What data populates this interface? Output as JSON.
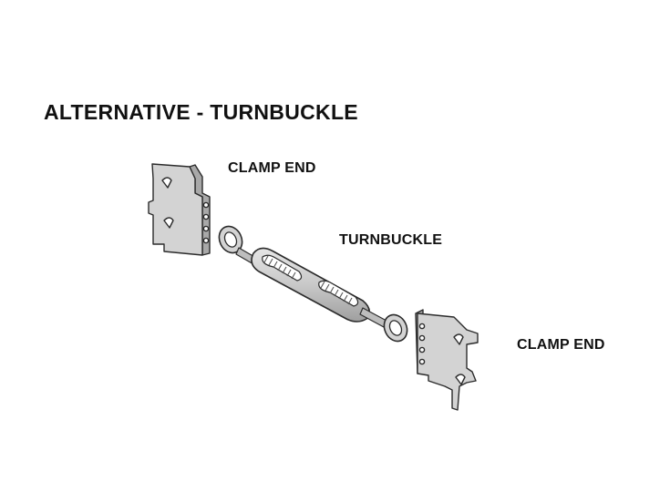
{
  "title": "ALTERNATIVE - TURNBUCKLE",
  "labels": {
    "clamp_end_top": "CLAMP END",
    "turnbuckle": "TURNBUCKLE",
    "clamp_end_bottom": "CLAMP END"
  },
  "colors": {
    "metal_fill": "#d3d3d3",
    "metal_dark": "#a8a8a8",
    "outline": "#2b2b2b",
    "text": "#111111"
  }
}
